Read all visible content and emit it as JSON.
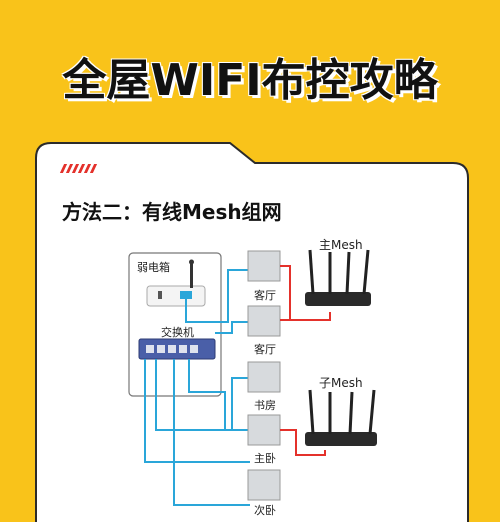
{
  "header": {
    "title": "全屋WIFI布控攻略"
  },
  "section": {
    "method_title": "方法二：有线Mesh组网"
  },
  "diagram": {
    "weak_box_label": "弱电箱",
    "switch_label": "交换机",
    "panels": [
      "客厅",
      "客厅",
      "书房",
      "主卧",
      "次卧"
    ],
    "main_router_label": "主Mesh",
    "sub_router_label": "子Mesh"
  },
  "colors": {
    "background": "#f9c31a",
    "card": "#ffffff",
    "accent_red": "#e4312b",
    "cable_blue": "#2aa6d9",
    "router_link_red": "#e4312b"
  }
}
